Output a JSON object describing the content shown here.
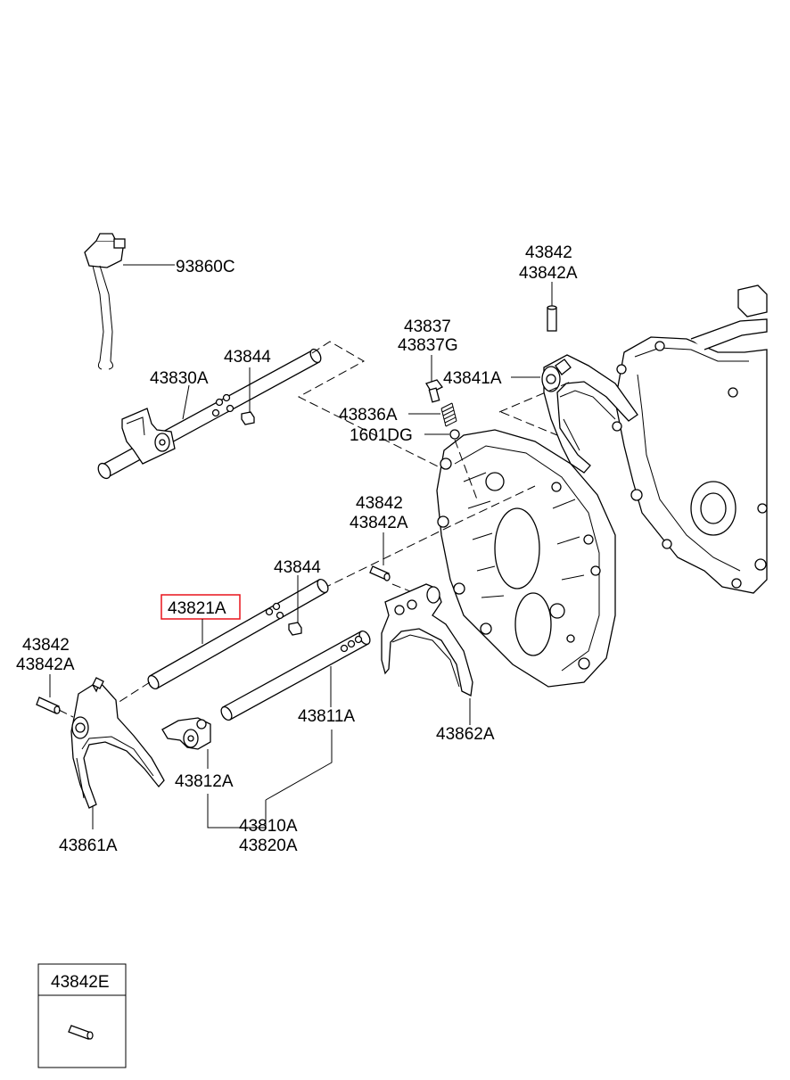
{
  "labels": {
    "l93860c": "93860C",
    "l43842_top": "43842",
    "l43842a_top": "43842A",
    "l43837": "43837",
    "l43837g": "43837G",
    "l43844_top": "43844",
    "l43830a": "43830A",
    "l43841a": "43841A",
    "l43836a": "43836A",
    "l1601dg": "1601DG",
    "l43842_mid": "43842",
    "l43842a_mid": "43842A",
    "l43844_mid": "43844",
    "l43821a": "43821A",
    "l43842_left": "43842",
    "l43842a_left": "43842A",
    "l43811a": "43811A",
    "l43862a": "43862A",
    "l43812a": "43812A",
    "l43810a": "43810A",
    "l43820a": "43820A",
    "l43861a": "43861A",
    "l43842e": "43842E"
  },
  "highlight_color": "#e8141c"
}
